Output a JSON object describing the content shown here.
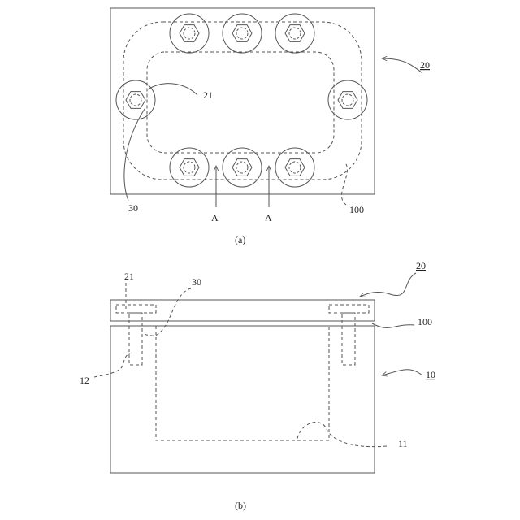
{
  "figure_a": {
    "caption": "(a)",
    "labels": {
      "ref_20": "20",
      "ref_21": "21",
      "ref_30": "30",
      "ref_100": "100",
      "section_a_left": "A",
      "section_a_right": "A"
    }
  },
  "figure_b": {
    "caption": "(b)",
    "labels": {
      "ref_21": "21",
      "ref_30": "30",
      "ref_20": "20",
      "ref_100": "100",
      "ref_10": "10",
      "ref_12": "12",
      "ref_11": "11"
    }
  },
  "colors": {
    "line": "#555555",
    "text": "#222222"
  }
}
